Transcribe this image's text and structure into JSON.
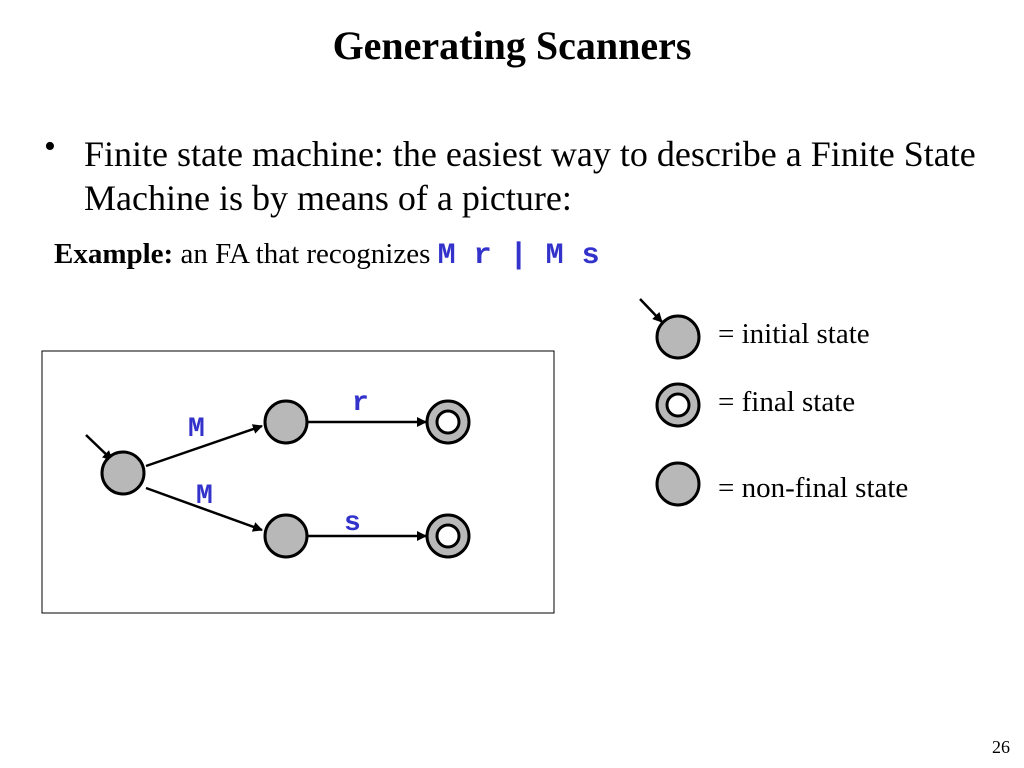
{
  "slide": {
    "title": "Generating Scanners",
    "bullet": "Finite state machine: the easiest way to describe a Finite State Machine is by means of a picture:",
    "example_label": "Example:",
    "example_text": "an FA that recognizes",
    "example_expr": "M r | M s",
    "page_number": "26"
  },
  "legend": {
    "initial": "= initial state",
    "final": "= final state",
    "nonfinal": "= non-final state"
  },
  "diagram": {
    "edges": {
      "start_to_upper": "M",
      "start_to_lower": "M",
      "upper_to_final": "r",
      "lower_to_final": "s"
    }
  },
  "colors": {
    "state_fill": "#b8b8b8",
    "label_blue": "#3333cc"
  }
}
